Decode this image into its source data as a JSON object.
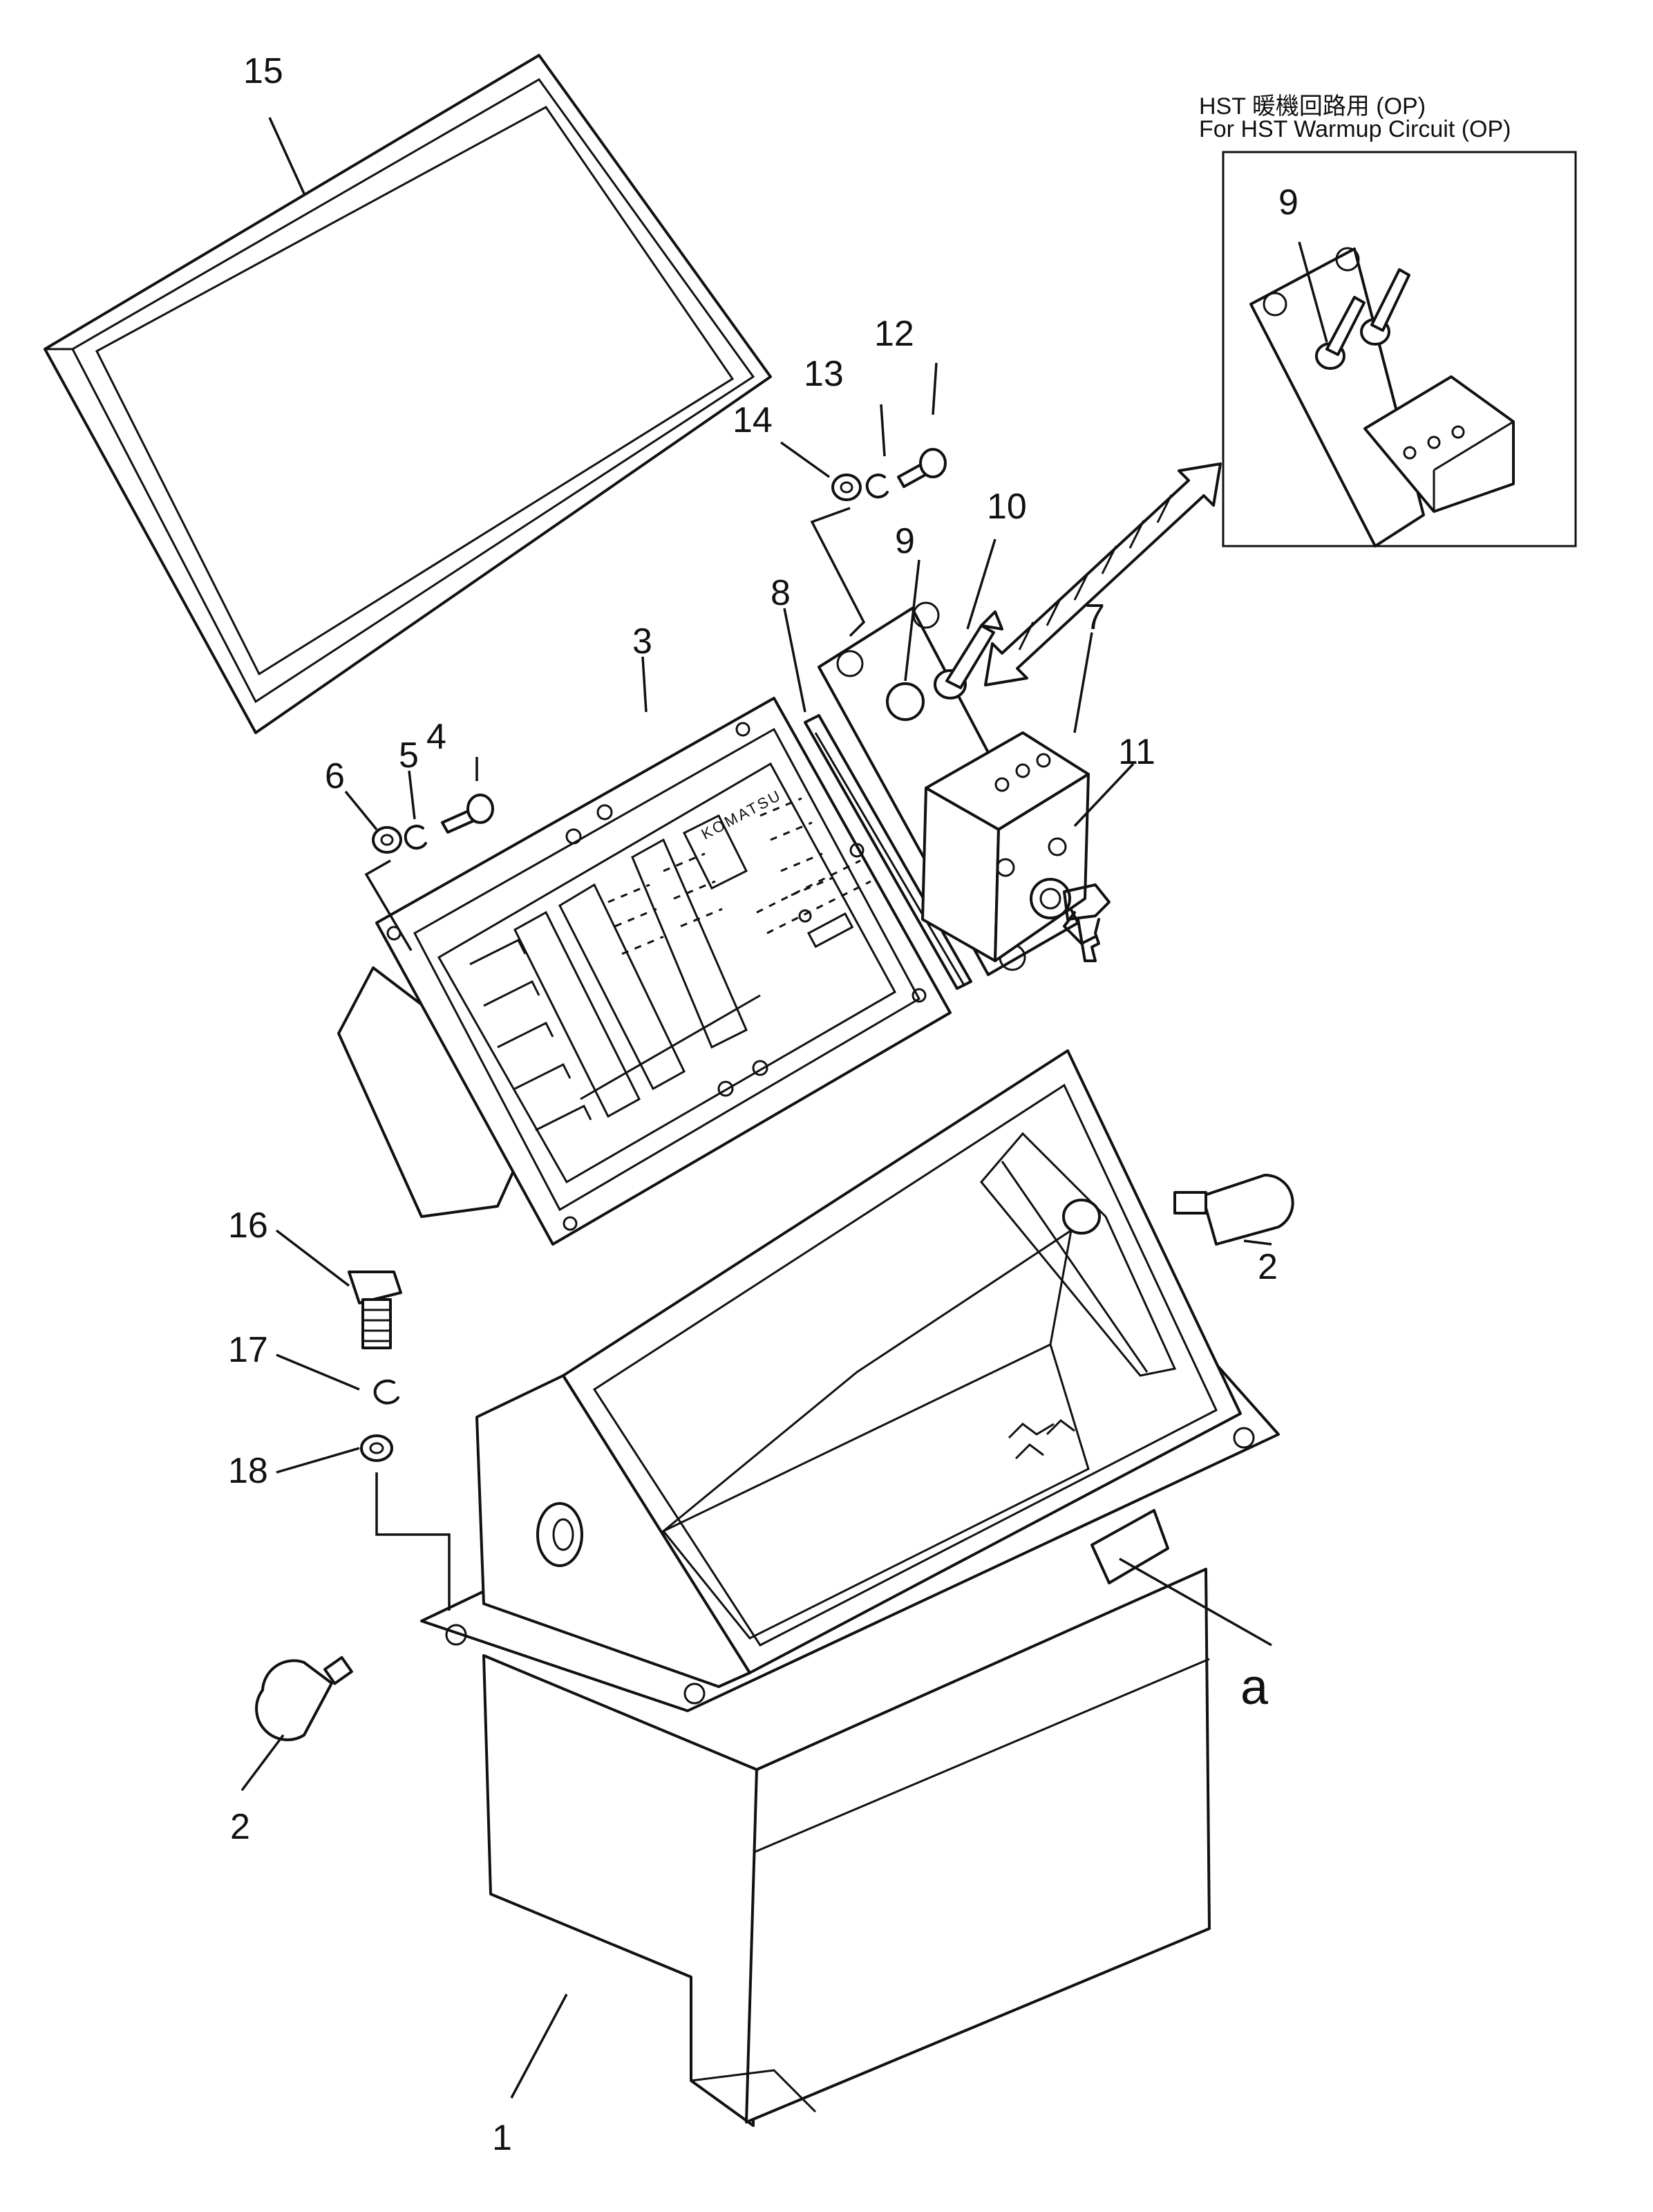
{
  "diagram": {
    "part_numbers": [
      "1",
      "2",
      "2",
      "3",
      "4",
      "5",
      "6",
      "7",
      "8",
      "9",
      "10",
      "11",
      "12",
      "13",
      "14",
      "15",
      "16",
      "17",
      "18"
    ],
    "inset_title_jp": "HST 暖機回路用 (OP)",
    "inset_title_en": "For HST Warmup Circuit (OP)",
    "inset_part_number": "9",
    "brand_label": "KOMATSU",
    "ref_letter": "a"
  }
}
